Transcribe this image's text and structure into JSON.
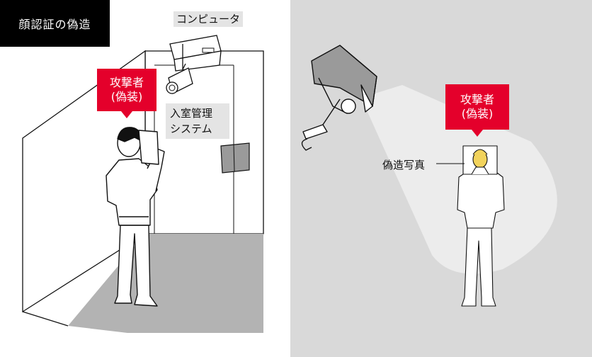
{
  "title": "顔認証の偽造",
  "labels": {
    "computer": "コンピュータ",
    "attacker_left_line1": "攻撃者",
    "attacker_left_line2": "(偽装)",
    "entry_system_line1": "入室管理",
    "entry_system_line2": "システム",
    "attacker_right_line1": "攻撃者",
    "attacker_right_line2": "(偽装)",
    "fake_photo": "偽造写真"
  },
  "colors": {
    "accent_red": "#e4002b",
    "title_bg": "#000000",
    "right_panel_bg": "#d9d9d9",
    "floor": "#b3b3b3",
    "device_gray": "#9a9a9a",
    "light_beam": "#ececec",
    "photo_face": "#f2d35c"
  }
}
